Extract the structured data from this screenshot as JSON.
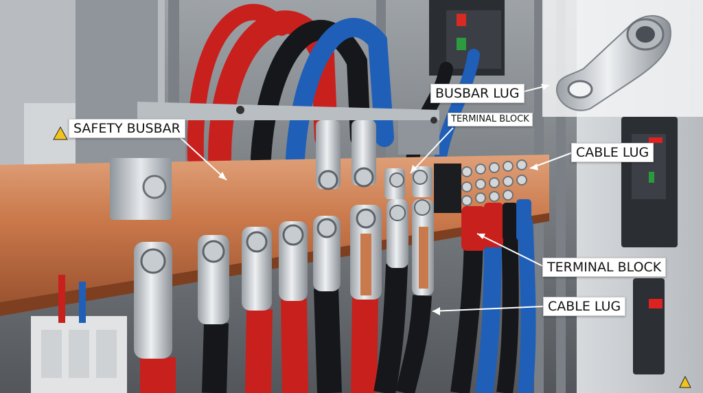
{
  "scene": {
    "labels": {
      "safety_busbar": "SAFETY BUSBAR",
      "busbar_lug": "BUSBAR LUG",
      "terminal_block_top": "TERMINAL BLOCK",
      "cable_lug_top": "CABLE LUG",
      "terminal_block_right": "TERMINAL BLOCK",
      "cable_lug_bottom": "CABLE LUG"
    },
    "colors": {
      "copper": "#c9784a",
      "red_cable": "#c8201c",
      "blue_cable": "#1f5fb8",
      "black_cable": "#15171a",
      "panel_grey": "#c9ccd0",
      "label_bg": "#ffffff"
    }
  }
}
